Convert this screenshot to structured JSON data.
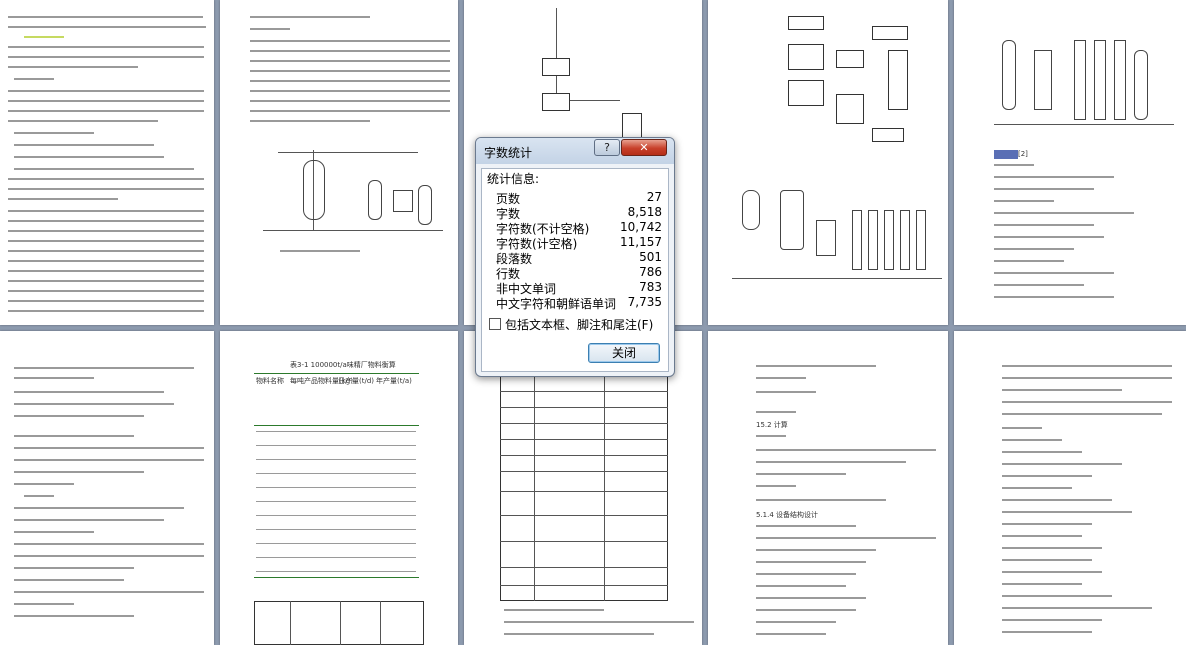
{
  "dialog": {
    "title": "字数统计",
    "help_label": "?",
    "close_label": "✕",
    "stats_heading": "统计信息:",
    "stats": [
      {
        "label": "页数",
        "value": "27"
      },
      {
        "label": "字数",
        "value": "8,518"
      },
      {
        "label": "字符数(不计空格)",
        "value": "10,742"
      },
      {
        "label": "字符数(计空格)",
        "value": "11,157"
      },
      {
        "label": "段落数",
        "value": "501"
      },
      {
        "label": "行数",
        "value": "786"
      },
      {
        "label": "非中文单词",
        "value": "783"
      },
      {
        "label": "中文字符和朝鲜语单词",
        "value": "7,735"
      }
    ],
    "include_label": "包括文本框、脚注和尾注(F)",
    "ok_label": "关闭"
  },
  "pages": {
    "top_right_heading": "[2]",
    "table_title": "表3-1  100000t/a味精厂物料衡算",
    "table_headers": [
      "物料名称",
      "每吨产品物料量(kg)",
      "日产量(t/d)",
      "年产量(t/a)"
    ],
    "section_heading_1": "5.1.4 设备结构设计",
    "section_heading_2": "15.2 计算"
  },
  "colors": {
    "workspace": "#8d9aae",
    "page": "#ffffff",
    "dialog_bg": "#eef2f7",
    "close_red": "#c8402a",
    "highlight": "#5a6fb5"
  }
}
